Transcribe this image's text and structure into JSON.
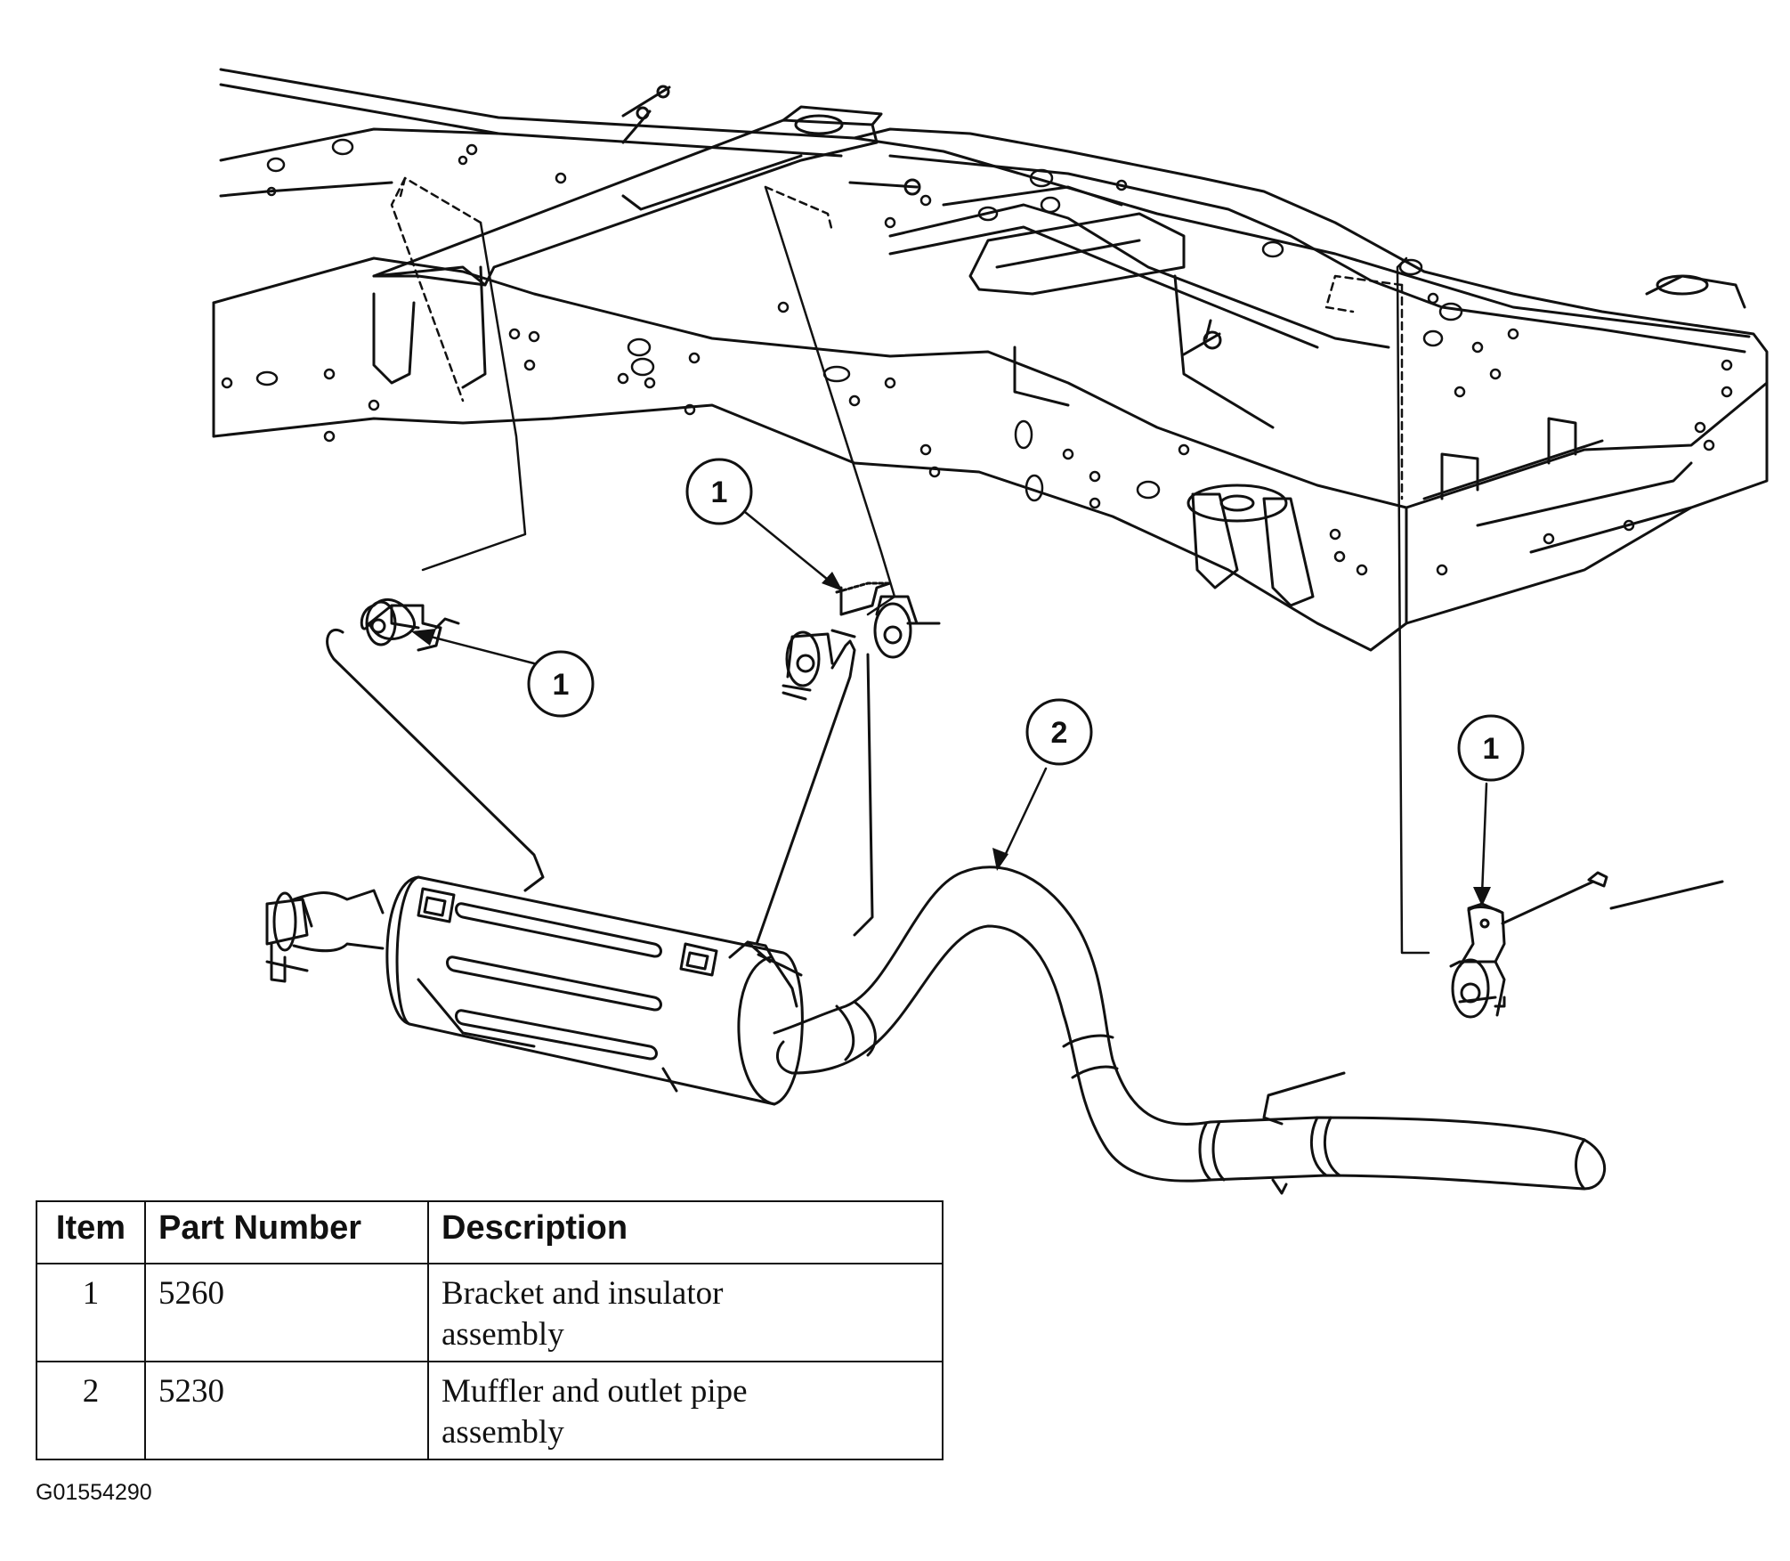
{
  "diagram": {
    "callouts": [
      {
        "number": "1",
        "target": "bracket-and-insulator-front-left"
      },
      {
        "number": "1",
        "target": "bracket-and-insulator-front-right"
      },
      {
        "number": "1",
        "target": "bracket-and-insulator-rear"
      },
      {
        "number": "2",
        "target": "muffler-and-outlet-pipe"
      }
    ]
  },
  "table": {
    "headers": {
      "item": "Item",
      "part_number": "Part Number",
      "description": "Description"
    },
    "rows": [
      {
        "item": "1",
        "part_number": "5260",
        "description_line1": "Bracket and insulator",
        "description_line2": "assembly"
      },
      {
        "item": "2",
        "part_number": "5230",
        "description_line1": "Muffler and outlet pipe",
        "description_line2": "assembly"
      }
    ]
  },
  "figure_code": "G01554290",
  "colors": {
    "ink": "#111111",
    "background": "#ffffff"
  }
}
